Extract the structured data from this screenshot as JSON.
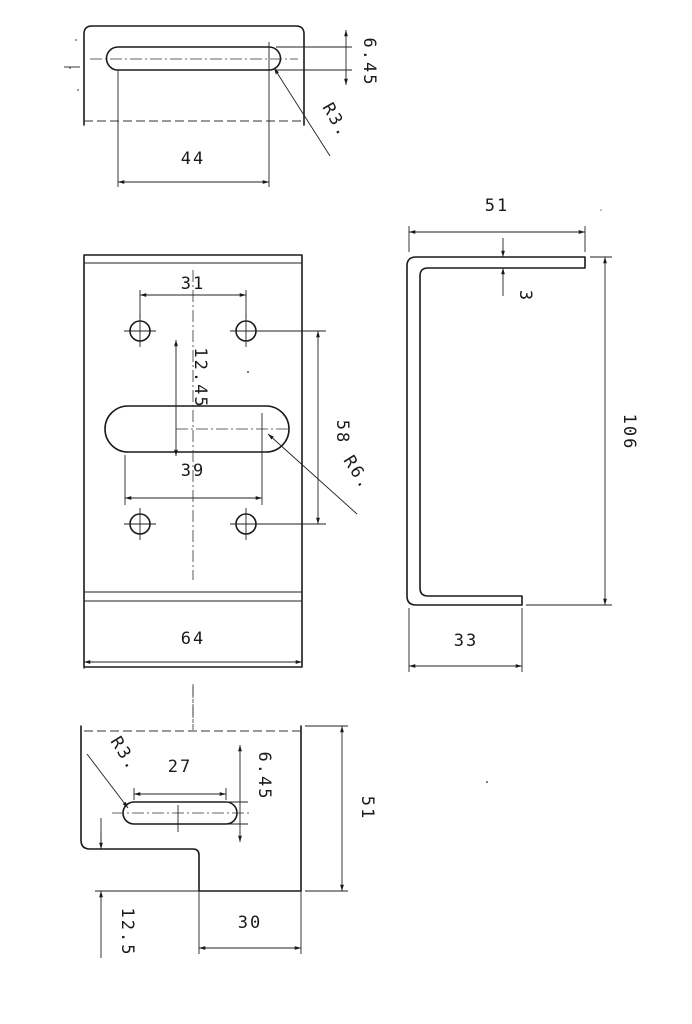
{
  "drawing": {
    "views": {
      "top_slot_view": {
        "dims": {
          "width": "44",
          "slot_height": "6.45",
          "radius": "R3."
        }
      },
      "plate_view": {
        "dims": {
          "hole_spacing_top": "31",
          "slot_offset": "12.45",
          "slot_length": "39",
          "hole_spacing_vertical": "58",
          "radius": "R6.",
          "width": "64"
        }
      },
      "profile_view": {
        "dims": {
          "flange_top": "51",
          "thickness": "3",
          "height": "106",
          "flange_bottom": "33"
        }
      },
      "bottom_slot_view": {
        "dims": {
          "radius": "R3.",
          "slot_length": "27",
          "slot_height": "6.45",
          "height": "51",
          "edge_offset": "12.5",
          "tab_width": "30"
        }
      }
    }
  }
}
